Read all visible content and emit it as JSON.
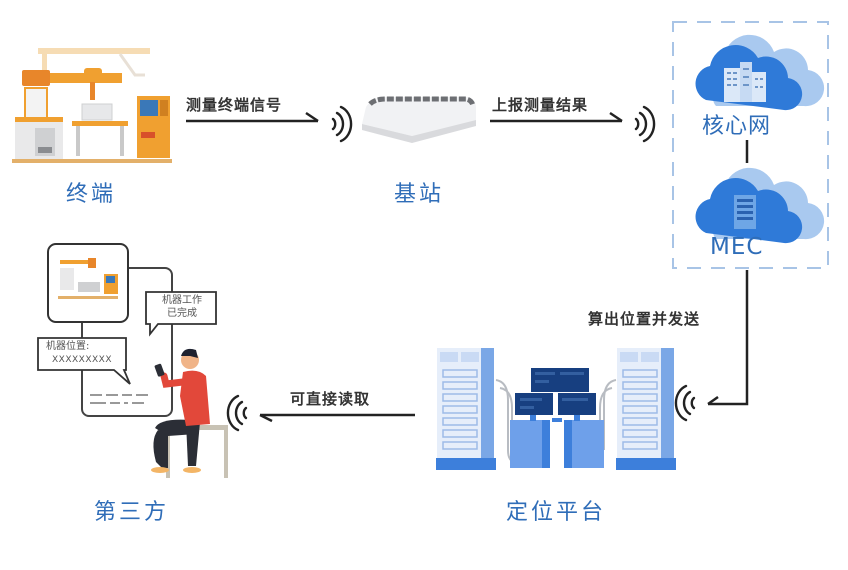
{
  "diagram": {
    "title": "",
    "nodes": {
      "terminal": {
        "label": "终端",
        "icon": "factory-machine-icon"
      },
      "base_station": {
        "label": "基站",
        "icon": "base-station-icon"
      },
      "core_network": {
        "label": "核心网",
        "icon": "cloud-building-icon"
      },
      "mec": {
        "label": "MEC",
        "icon": "cloud-server-icon"
      },
      "positioning_platform": {
        "label": "定位平台",
        "icon": "server-rack-icon"
      },
      "third_party": {
        "label": "第三方",
        "icon": "person-phone-icon"
      }
    },
    "edges": [
      {
        "from": "terminal",
        "to": "base_station",
        "label": "测量终端信号"
      },
      {
        "from": "base_station",
        "to": "core_network",
        "label": "上报测量结果"
      },
      {
        "from": "core_network",
        "to": "mec",
        "label": ""
      },
      {
        "from": "mec",
        "to": "positioning_platform",
        "label": "算出位置并发送"
      },
      {
        "from": "positioning_platform",
        "to": "third_party",
        "label": "可直接读取"
      }
    ],
    "third_party_bubbles": {
      "status_line1": "机器工作",
      "status_line2": "已完成",
      "position_line1": "机器位置:",
      "position_line2": "XXXXXXXXX"
    },
    "colors": {
      "label_blue": "#2f6db8",
      "cloud_blue": "#2f7ad8",
      "cloud_light": "#a9c9ef",
      "dash_border": "#a8c4e6",
      "machine_orange": "#f0a030",
      "person_red": "#e2483a"
    }
  }
}
